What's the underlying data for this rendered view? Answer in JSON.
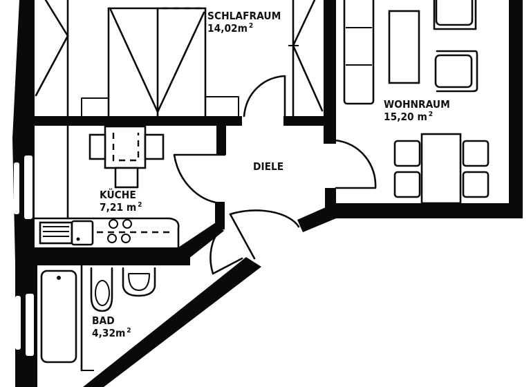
{
  "plan": {
    "colors": {
      "ink": "#0a0a0a",
      "paper": "#ffffff"
    },
    "rooms": [
      {
        "id": "schlafraum",
        "name": "SCHLAFRAUM",
        "area_value": "14,02",
        "area_unit": "m",
        "area_exp": "2"
      },
      {
        "id": "wohnraum",
        "name": "WOHNRAUM",
        "area_value": "15,20",
        "area_unit": "m",
        "area_exp": "2"
      },
      {
        "id": "kueche",
        "name": "KÜCHE",
        "area_value": "7,21",
        "area_unit": "m",
        "area_exp": "2"
      },
      {
        "id": "diele",
        "name": "DIELE"
      },
      {
        "id": "bad",
        "name": "BAD",
        "area_value": "4,32",
        "area_unit": "m",
        "area_exp": "2"
      }
    ],
    "icons": {
      "wardrobe": "wardrobe-icon",
      "sofa": "sofa-icon",
      "armchair": "armchair-icon",
      "dining_table": "dining-table-icon",
      "stove": "stove-icon",
      "sink": "sink-icon",
      "bathtub": "bathtub-icon",
      "toilet": "toilet-icon",
      "washbasin": "washbasin-icon",
      "door": "door-swing-icon",
      "window": "window-icon"
    }
  }
}
